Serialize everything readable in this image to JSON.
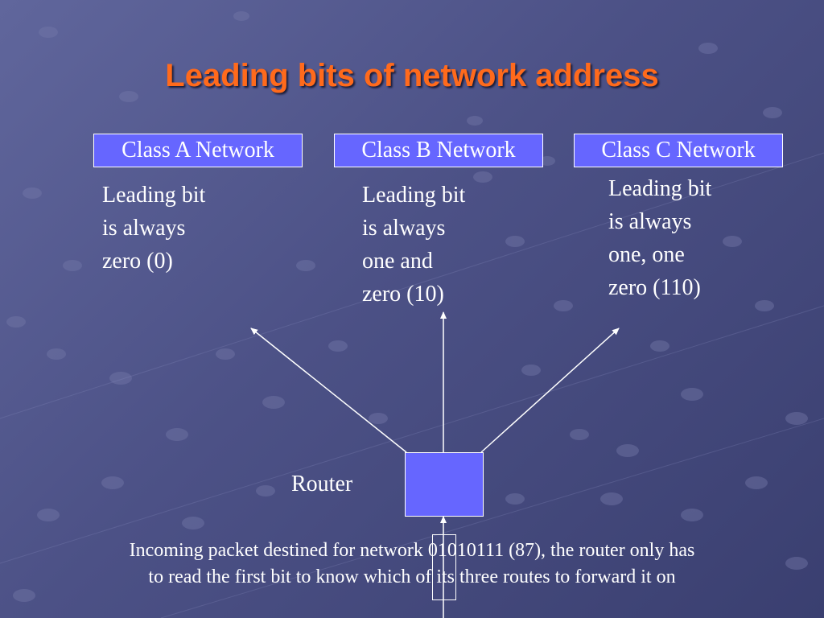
{
  "slide": {
    "title": "Leading bits of network address"
  },
  "classes": [
    {
      "label": "Class A Network",
      "description": [
        "Leading bit",
        "is always",
        "zero (0)"
      ]
    },
    {
      "label": "Class B Network",
      "description": [
        "Leading bit",
        "is always",
        "one and",
        "zero (10)"
      ]
    },
    {
      "label": "Class C Network",
      "description": [
        "Leading bit",
        "is always",
        "one, one",
        "zero (110)"
      ]
    }
  ],
  "router": {
    "label": "Router"
  },
  "caption": {
    "line1": "Incoming packet destined for network 01010111 (87), the router only has",
    "line2": "to read the first bit to know which of its three routes to forward it on"
  },
  "colors": {
    "title": "#ff6a1c",
    "box_fill": "#6666ff",
    "background": "#4c5186"
  }
}
